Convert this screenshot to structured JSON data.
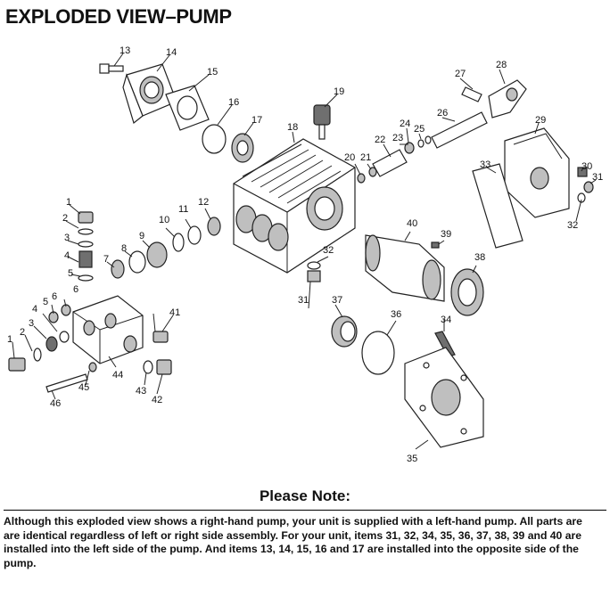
{
  "title": "EXPLODED VIEW–PUMP",
  "note": {
    "heading": "Please Note:",
    "body": "Although this exploded view shows a right-hand pump, your unit is supplied with a left-hand pump. All parts are are identical regardless of left or right side assembly. For your unit, items 31, 32, 34, 35, 36, 37, 38, 39 and 40 are installed into the left side of the pump. And items 13, 14, 15, 16 and 17 are installed into the opposite side of the pump."
  },
  "callouts": [
    "13",
    "14",
    "15",
    "16",
    "17",
    "18",
    "19",
    "27",
    "28",
    "26",
    "29",
    "24",
    "25",
    "23",
    "22",
    "20",
    "21",
    "30",
    "31",
    "32",
    "33",
    "1",
    "2",
    "3",
    "4",
    "5",
    "6",
    "7",
    "8",
    "9",
    "10",
    "11",
    "12",
    "40",
    "39",
    "38",
    "32",
    "31",
    "37",
    "36",
    "34",
    "35",
    "41",
    "44",
    "45",
    "46",
    "43",
    "42",
    "1",
    "2",
    "3",
    "4",
    "5",
    "6"
  ]
}
